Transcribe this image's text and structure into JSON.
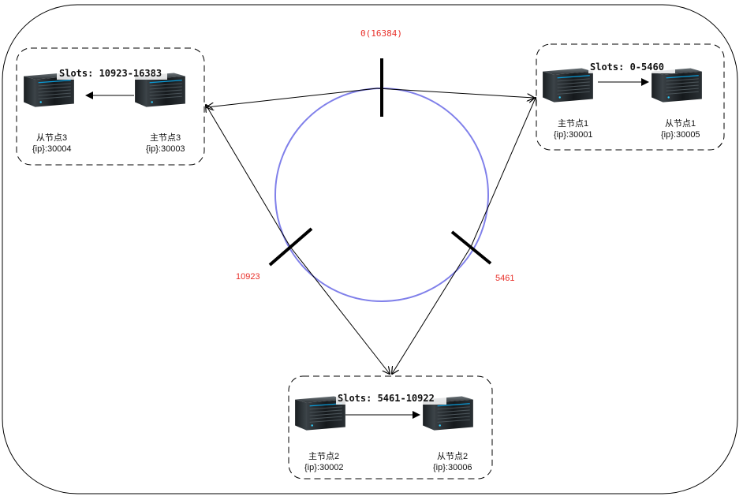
{
  "ring_labels": {
    "top": "0(16384)",
    "right": "5461",
    "left": "10923"
  },
  "groups": {
    "node3": {
      "slots": "Slots: 10923-16383",
      "slave_name": "从节点3",
      "slave_addr": "{ip}:30004",
      "master_name": "主节点3",
      "master_addr": "{ip}:30003"
    },
    "node1": {
      "slots": "Slots:  0-5460",
      "master_name": "主节点1",
      "master_addr": "{ip}:30001",
      "slave_name": "从节点1",
      "slave_addr": "{ip}:30005"
    },
    "node2": {
      "slots": "Slots:  5461-10922",
      "master_name": "主节点2",
      "master_addr": "{ip}:30002",
      "slave_name": "从节点2",
      "slave_addr": "{ip}:30006"
    }
  },
  "colors": {
    "ring": "#8080ea",
    "ring_label": "#e8302a",
    "line": "#000000"
  },
  "icons": [
    "server-icon"
  ]
}
